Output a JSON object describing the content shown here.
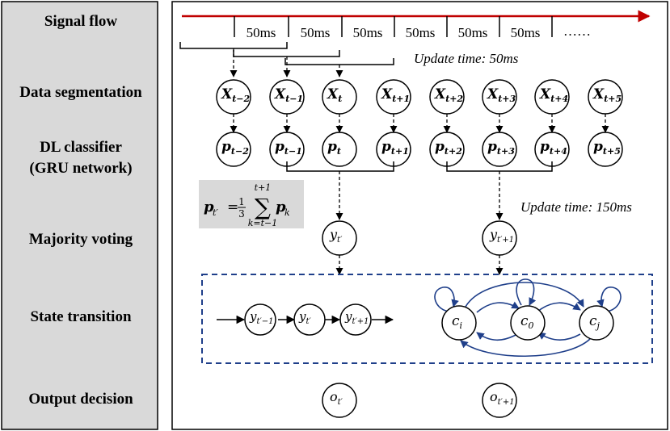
{
  "row_labels": {
    "signal_flow": "Signal flow",
    "data_segmentation": "Data segmentation",
    "dl_classifier_line1": "DL classifier",
    "dl_classifier_line2": "(GRU network)",
    "majority_voting": "Majority voting",
    "state_transition": "State transition",
    "output_decision": "Output decision"
  },
  "signal_flow": {
    "segments": [
      "50ms",
      "50ms",
      "50ms",
      "50ms",
      "50ms",
      "50ms"
    ],
    "ellipsis": "……"
  },
  "update_time_short": "Update time: 50ms",
  "update_time_long": "Update time: 150ms",
  "data_nodes": [
    {
      "base": "X",
      "sub": "t−2"
    },
    {
      "base": "X",
      "sub": "t−1"
    },
    {
      "base": "X",
      "sub": "t"
    },
    {
      "base": "X",
      "sub": "t+1"
    },
    {
      "base": "X",
      "sub": "t+2"
    },
    {
      "base": "X",
      "sub": "t+3"
    },
    {
      "base": "X",
      "sub": "t+4"
    },
    {
      "base": "X",
      "sub": "t+5"
    }
  ],
  "classifier_nodes": [
    {
      "base": "p",
      "sub": "t−2"
    },
    {
      "base": "p",
      "sub": "t−1"
    },
    {
      "base": "p",
      "sub": "t"
    },
    {
      "base": "p",
      "sub": "t+1"
    },
    {
      "base": "p",
      "sub": "t+2"
    },
    {
      "base": "p",
      "sub": "t+3"
    },
    {
      "base": "p",
      "sub": "t+4"
    },
    {
      "base": "p",
      "sub": "t+5"
    }
  ],
  "formula": {
    "lhs_base": "p",
    "lhs_sub": "t′",
    "equals": "=",
    "frac_num": "1",
    "frac_den": "3",
    "sum_upper": "t+1",
    "sum_lower": "k=t−1",
    "sum_symbol": "∑",
    "term_base": "p",
    "term_sub": "k"
  },
  "vote_nodes": [
    {
      "base": "y",
      "sub": "t′"
    },
    {
      "base": "y",
      "sub": "t′+1"
    }
  ],
  "sequence_nodes": [
    {
      "base": "y",
      "sub": "t′−1"
    },
    {
      "base": "y",
      "sub": "t′"
    },
    {
      "base": "y",
      "sub": "t′+1"
    }
  ],
  "state_nodes": [
    {
      "base": "c",
      "sub": "i"
    },
    {
      "base": "c",
      "sub": "0"
    },
    {
      "base": "c",
      "sub": "j"
    }
  ],
  "output_nodes": [
    {
      "base": "o",
      "sub": "t′"
    },
    {
      "base": "o",
      "sub": "t′+1"
    }
  ],
  "colors": {
    "left_panel": "#d9d9d9",
    "signal_arrow": "#c00000",
    "dashed_box": "#1f3f8a",
    "state_arrows": "#1f3f8a",
    "formula_box": "#d9d9d9"
  }
}
